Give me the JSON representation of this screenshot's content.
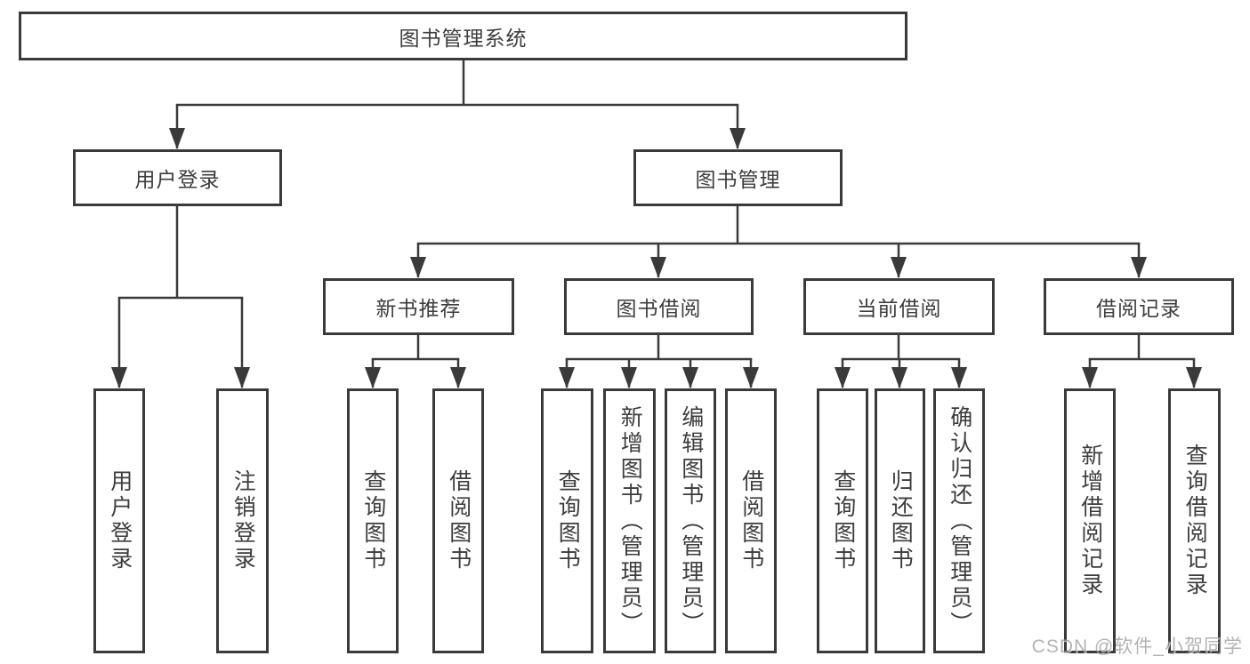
{
  "diagram": {
    "title": "图书管理系统",
    "root": {
      "label": "图书管理系统"
    },
    "level2": [
      {
        "label": "用户登录",
        "children": [
          {
            "label": "用户登录"
          },
          {
            "label": "注销登录"
          }
        ]
      },
      {
        "label": "图书管理",
        "children": [
          {
            "label": "新书推荐",
            "children": [
              {
                "label": "查询图书"
              },
              {
                "label": "借阅图书"
              }
            ]
          },
          {
            "label": "图书借阅",
            "children": [
              {
                "label": "查询图书"
              },
              {
                "label": "新增图书（管理员）"
              },
              {
                "label": "编辑图书（管理员）"
              },
              {
                "label": "借阅图书"
              }
            ]
          },
          {
            "label": "当前借阅",
            "children": [
              {
                "label": "查询图书"
              },
              {
                "label": "归还图书"
              },
              {
                "label": "确认归还（管理员）"
              }
            ]
          },
          {
            "label": "借阅记录",
            "children": [
              {
                "label": "新增借阅记录"
              },
              {
                "label": "查询借阅记录"
              }
            ]
          }
        ]
      }
    ]
  },
  "watermark": "CSDN @软件_小贺同学",
  "colors": {
    "line": "#3a3a3a",
    "text": "#3d3d3d",
    "watermark": "#9a9a9a",
    "background": "#ffffff"
  }
}
